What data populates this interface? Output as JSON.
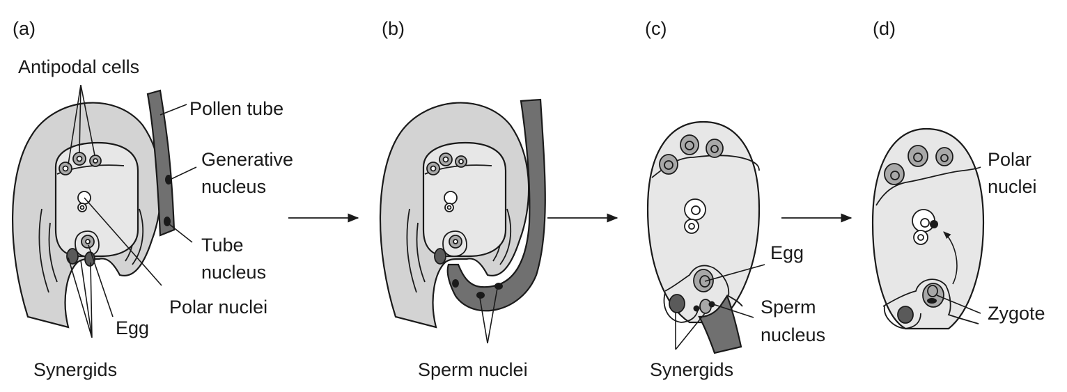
{
  "panels": {
    "a": {
      "tag": "(a)",
      "antipodal": "Antipodal cells",
      "pollen_tube": "Pollen tube",
      "generative_1": "Generative",
      "generative_2": "nucleus",
      "tube_1": "Tube",
      "tube_2": "nucleus",
      "polar": "Polar nuclei",
      "egg": "Egg",
      "synergids": "Synergids"
    },
    "b": {
      "tag": "(b)",
      "sperm": "Sperm nuclei"
    },
    "c": {
      "tag": "(c)",
      "egg": "Egg",
      "sperm_1": "Sperm",
      "sperm_2": "nucleus",
      "synergids": "Synergids"
    },
    "d": {
      "tag": "(d)",
      "polar_1": "Polar",
      "polar_2": "nuclei",
      "zygote": "Zygote"
    }
  },
  "colors": {
    "ovule": "#d3d3d3",
    "embryo_sac": "#e7e7e7",
    "pollen_tube": "#707070",
    "nucleus_mid": "#a8a8a8",
    "nucleus_dark": "#5a5a5a"
  }
}
